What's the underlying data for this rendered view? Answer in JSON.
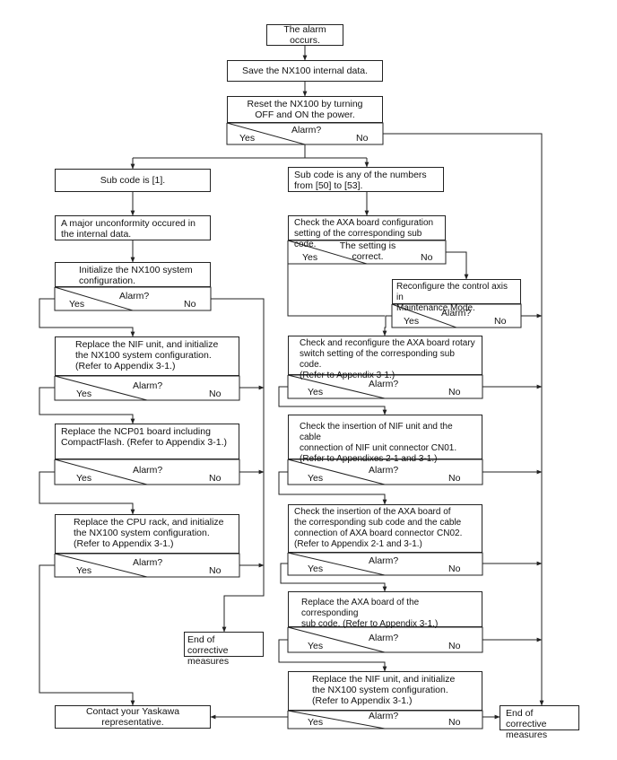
{
  "nodes": {
    "alarm_occurs": "The alarm occurs.",
    "save_data": "Save the NX100 internal data.",
    "reset_power": "Reset the NX100 by turning\nOFF and ON the power.",
    "sub_code_1": "Sub code is [1].",
    "sub_code_50_53": "Sub code is any of the numbers\nfrom [50] to [53].",
    "major_unconformity": "A major unconformity occured in\nthe internal data.",
    "init_system": "Initialize the NX100 system\nconfiguration.",
    "replace_nif_left": "Replace the NIF unit, and initialize\nthe NX100 system configuration.\n(Refer to Appendix 3-1.)",
    "replace_ncp01": "Replace the NCP01 board including\nCompactFlash. (Refer to Appendix 3-1.)",
    "replace_cpu_rack": "Replace the CPU rack, and initialize\nthe NX100 system configuration.\n(Refer to Appendix 3-1.)",
    "end_left": "End of corrective\nmeasures",
    "contact_yaskawa": "Contact your Yaskawa representative.",
    "check_axa_config": "Check the AXA board configuration\nsetting of the corresponding sub code.",
    "reconfigure_axis": "Reconfigure the control axis in\nMaintenance Mode.",
    "check_rotary_switch": "Check and reconfigure the AXA board rotary\nswitch setting of the corresponding sub code.\n(Refer to Appendix 3-1.)",
    "check_nif_insertion": "Check the insertion of NIF unit and the cable\nconnection of NIF unit connector CN01.\n(Refer to Appendixes 2-1 and 3-1.)",
    "check_axa_insertion": "Check the insertion of the AXA board of\nthe corresponding sub code and the cable\nconnection of AXA board connector CN02.\n(Refer to Appendix 2-1 and 3-1.)",
    "replace_axa": "Replace the AXA board of the corresponding\nsub code. (Refer to Appendix 3-1.)",
    "replace_nif_right": "Replace the NIF unit, and initialize\nthe NX100 system configuration.\n(Refer to Appendix 3-1.)",
    "end_right": "End of corrective\nmeasures"
  },
  "decisions": {
    "alarm_question": "Alarm?",
    "setting_correct": "The setting is\ncorrect.",
    "yes": "Yes",
    "no": "No"
  }
}
